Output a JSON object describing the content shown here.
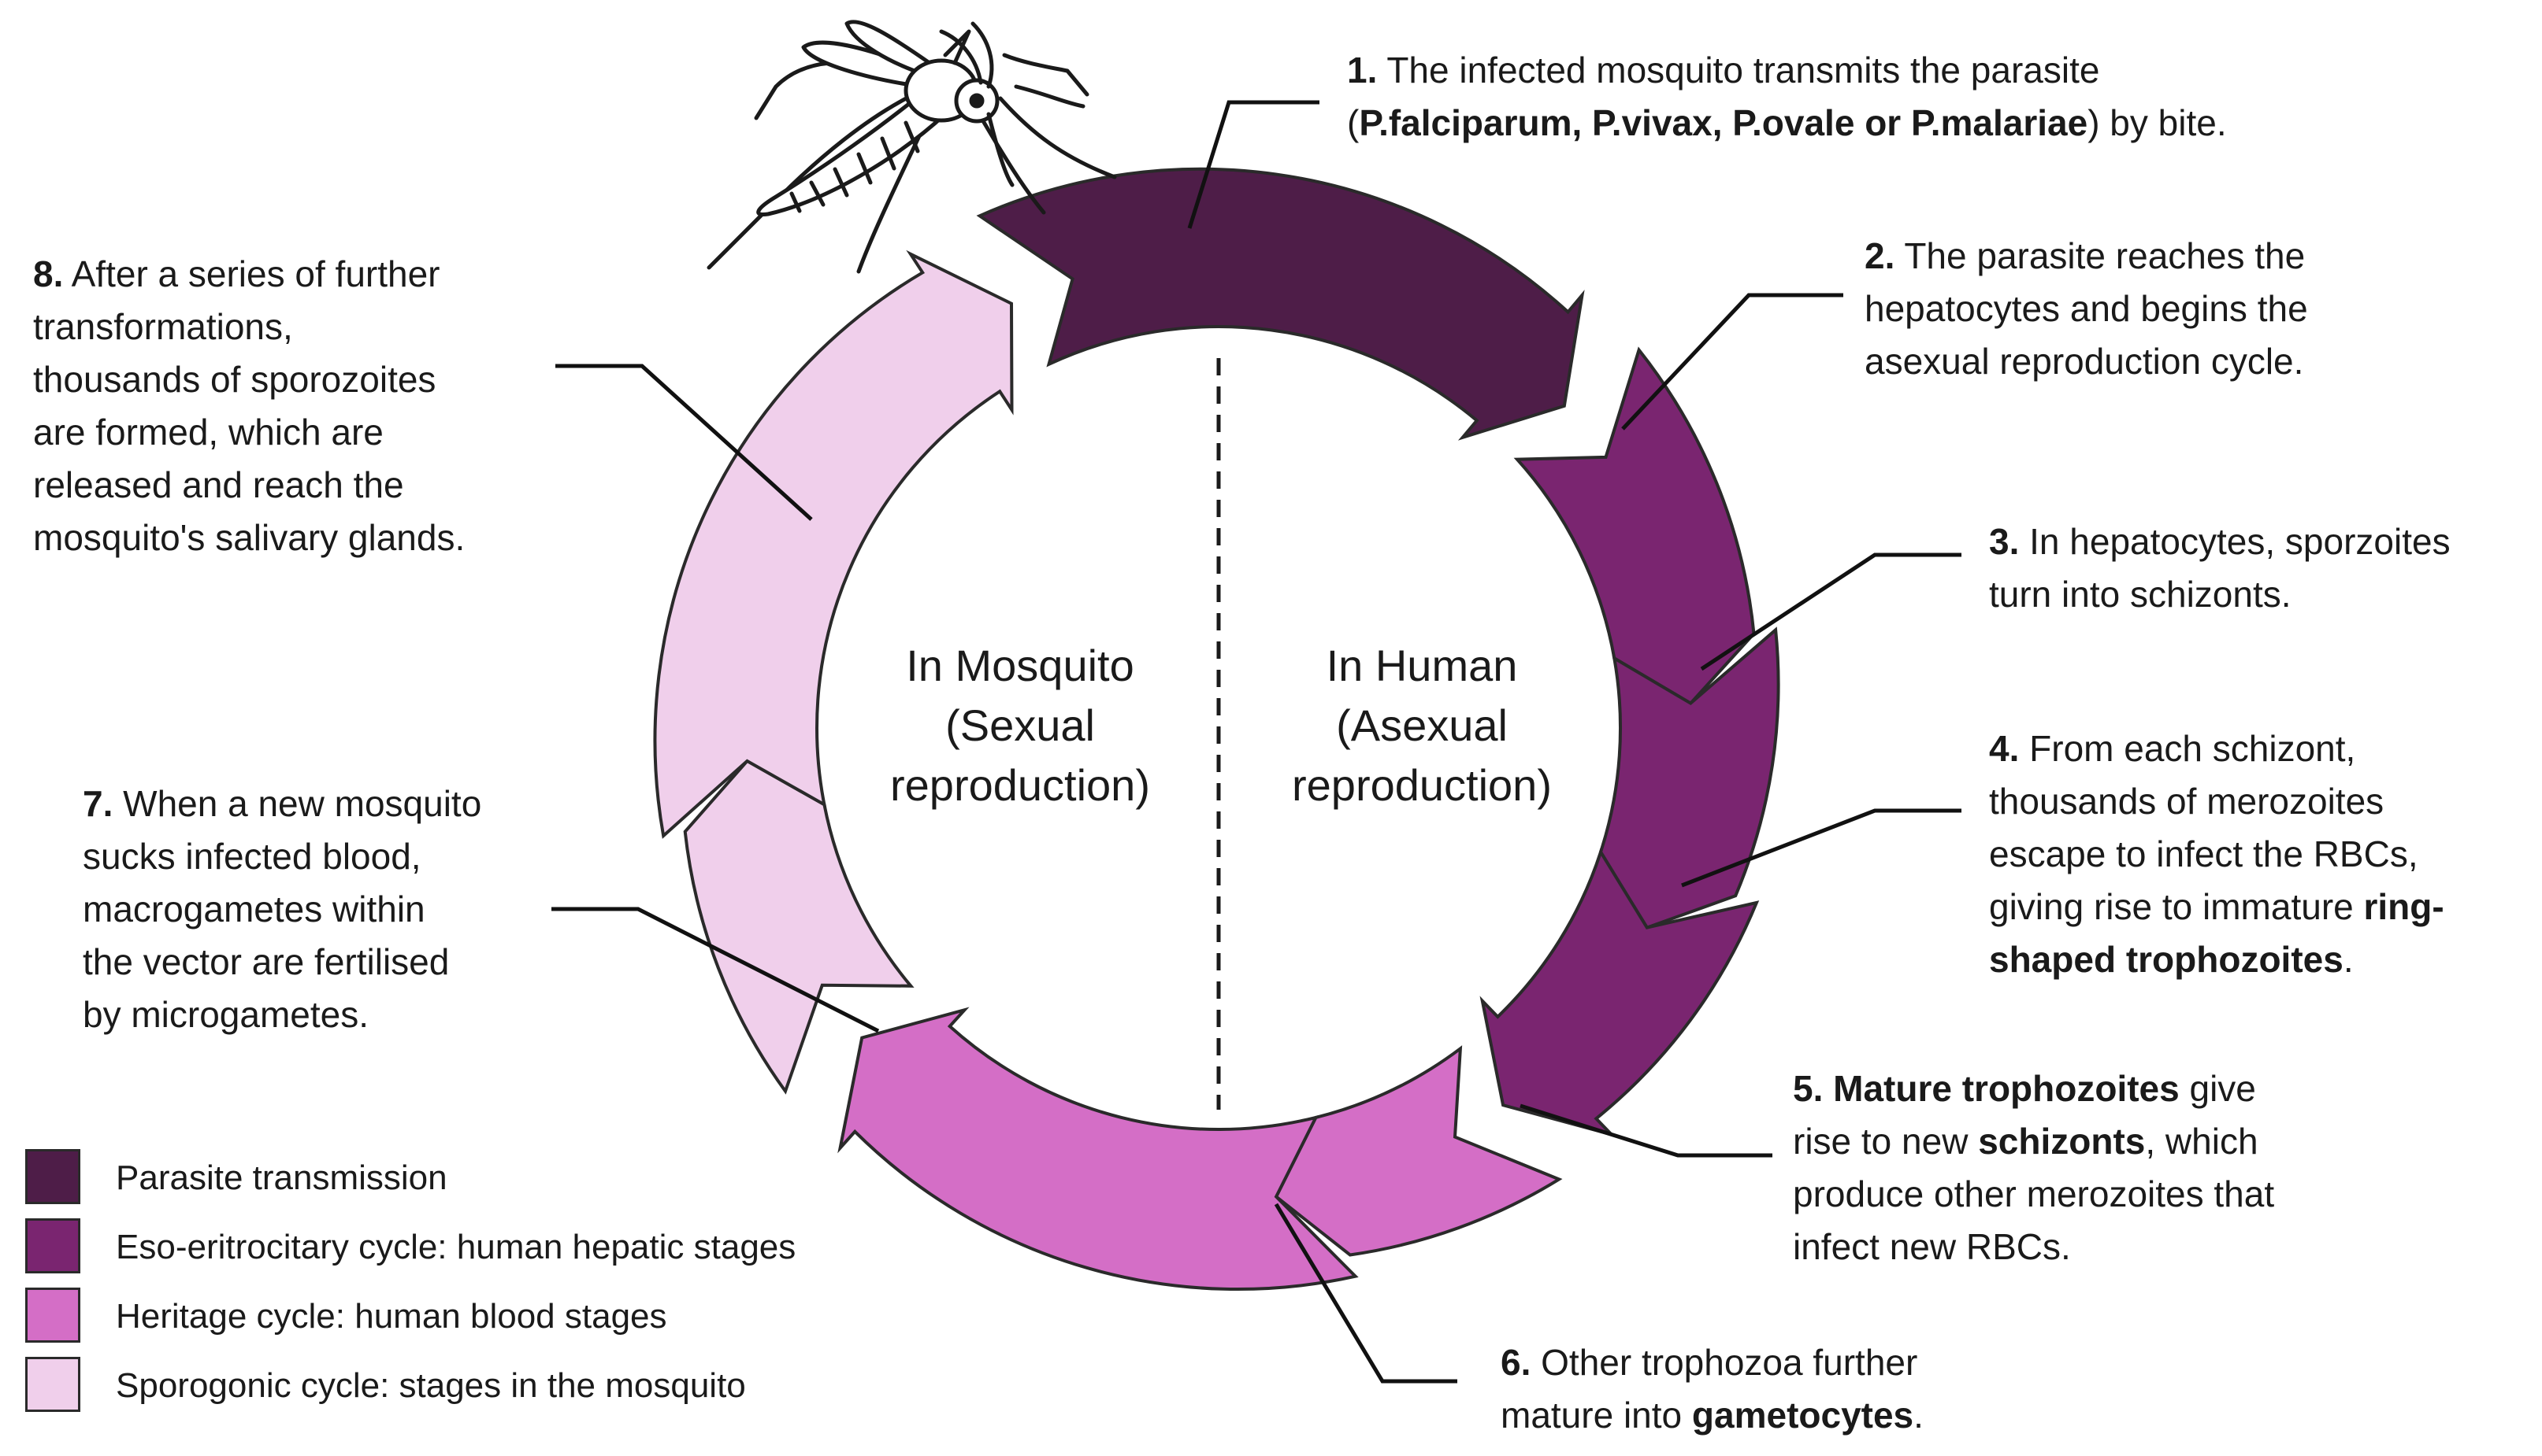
{
  "colors": {
    "transmission": "#4e1d48",
    "hepatic": "#7a2570",
    "blood": "#d46ec6",
    "mosquito": "#f0cfeb",
    "outline": "#2a2a2a"
  },
  "center": {
    "mosquito": [
      "In Mosquito",
      "(Sexual",
      "reproduction)"
    ],
    "human": [
      "In Human",
      "(Asexual",
      "reproduction)"
    ]
  },
  "steps": [
    {
      "num": "1.",
      "lines": [
        [
          {
            "t": " The infected mosquito transmits the parasite"
          }
        ],
        [
          {
            "t": "("
          },
          {
            "t": "P.falciparum, P.vivax, P.ovale or P.malariae",
            "b": true
          },
          {
            "t": ") by bite."
          }
        ]
      ]
    },
    {
      "num": "2.",
      "lines": [
        [
          {
            "t": " The parasite reaches the"
          }
        ],
        [
          {
            "t": "hepatocytes and begins the"
          }
        ],
        [
          {
            "t": "asexual reproduction cycle."
          }
        ]
      ]
    },
    {
      "num": "3.",
      "lines": [
        [
          {
            "t": " In hepatocytes, sporzoites"
          }
        ],
        [
          {
            "t": "turn into schizonts."
          }
        ]
      ]
    },
    {
      "num": "4.",
      "lines": [
        [
          {
            "t": " From each schizont,"
          }
        ],
        [
          {
            "t": "thousands of merozoites"
          }
        ],
        [
          {
            "t": "escape to infect the RBCs,"
          }
        ],
        [
          {
            "t": "giving rise to immature "
          },
          {
            "t": "ring-",
            "b": true
          }
        ],
        [
          {
            "t": "shaped trophozoites",
            "b": true
          },
          {
            "t": "."
          }
        ]
      ]
    },
    {
      "num": "5.",
      "lines": [
        [
          {
            "t": " "
          },
          {
            "t": "Mature trophozoites",
            "b": true
          },
          {
            "t": " give"
          }
        ],
        [
          {
            "t": "rise to new "
          },
          {
            "t": "schizonts",
            "b": true
          },
          {
            "t": ", which"
          }
        ],
        [
          {
            "t": "produce other merozoites that"
          }
        ],
        [
          {
            "t": "infect new RBCs."
          }
        ]
      ]
    },
    {
      "num": "6.",
      "lines": [
        [
          {
            "t": " Other trophozoa further"
          }
        ],
        [
          {
            "t": "mature into "
          },
          {
            "t": "gametocytes",
            "b": true
          },
          {
            "t": "."
          }
        ]
      ]
    },
    {
      "num": "7.",
      "lines": [
        [
          {
            "t": " When a new mosquito"
          }
        ],
        [
          {
            "t": "sucks infected blood,"
          }
        ],
        [
          {
            "t": "macrogametes within"
          }
        ],
        [
          {
            "t": "the vector are fertilised"
          }
        ],
        [
          {
            "t": "by microgametes."
          }
        ]
      ]
    },
    {
      "num": "8.",
      "lines": [
        [
          {
            "t": " After a series of further"
          }
        ],
        [
          {
            "t": "transformations,"
          }
        ],
        [
          {
            "t": "thousands of sporozoites"
          }
        ],
        [
          {
            "t": "are formed, which are"
          }
        ],
        [
          {
            "t": "released and reach the"
          }
        ],
        [
          {
            "t": "mosquito's salivary glands."
          }
        ]
      ]
    }
  ],
  "legend": [
    {
      "label": "Parasite transmission",
      "color": "#4e1d48"
    },
    {
      "label": "Eso-eritrocitary cycle: human hepatic stages",
      "color": "#7a2570"
    },
    {
      "label": "Heritage cycle: human blood stages",
      "color": "#d46ec6"
    },
    {
      "label": "Sporogonic cycle: stages in the mosquito",
      "color": "#f0cfeb"
    }
  ]
}
